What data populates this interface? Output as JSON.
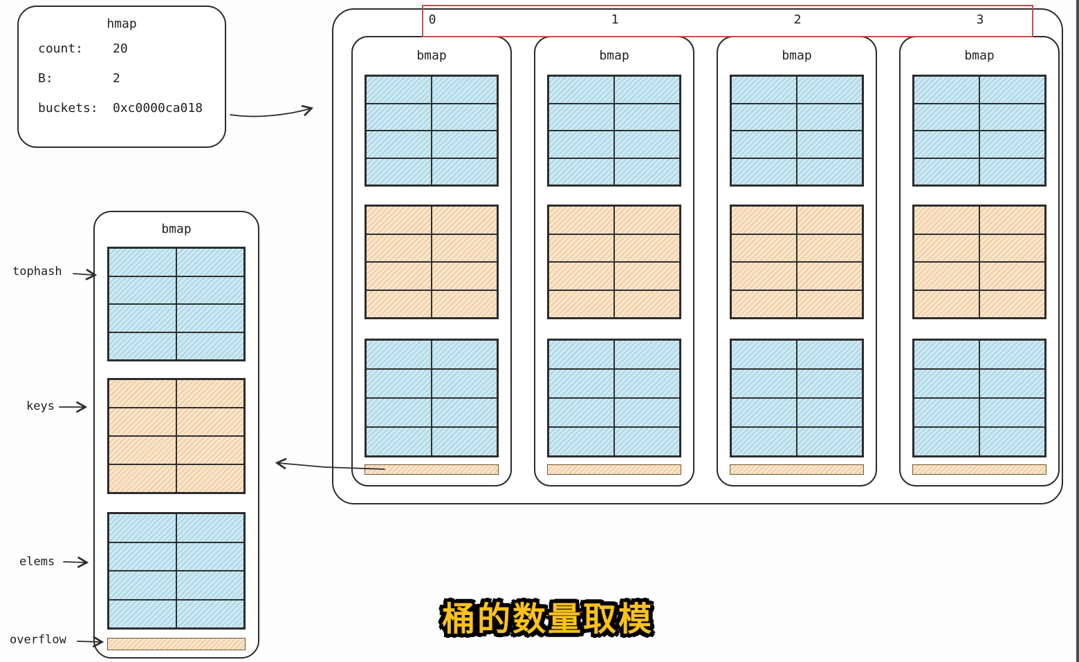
{
  "hmap": {
    "title": "hmap",
    "fields": [
      {
        "label": "count:",
        "value": "20"
      },
      {
        "label": "B:",
        "value": "2"
      },
      {
        "label": "buckets:",
        "value": "0xc0000ca018"
      }
    ]
  },
  "buckets": {
    "indices": [
      "0",
      "1",
      "2",
      "3"
    ],
    "bmap_title": "bmap"
  },
  "detail": {
    "title": "bmap",
    "tophash_label": "tophash",
    "keys_label": "keys",
    "elems_label": "elems",
    "overflow_label": "overflow"
  },
  "caption": "桶的数量取模",
  "colors": {
    "blue_fill": "#cfe8f2",
    "blue_hatch": "#9fd3e4",
    "orange_fill": "#f9e6cb",
    "orange_hatch": "#eec79c",
    "red_frame": "#cf4b45",
    "caption_fill": "#fcc21b"
  }
}
